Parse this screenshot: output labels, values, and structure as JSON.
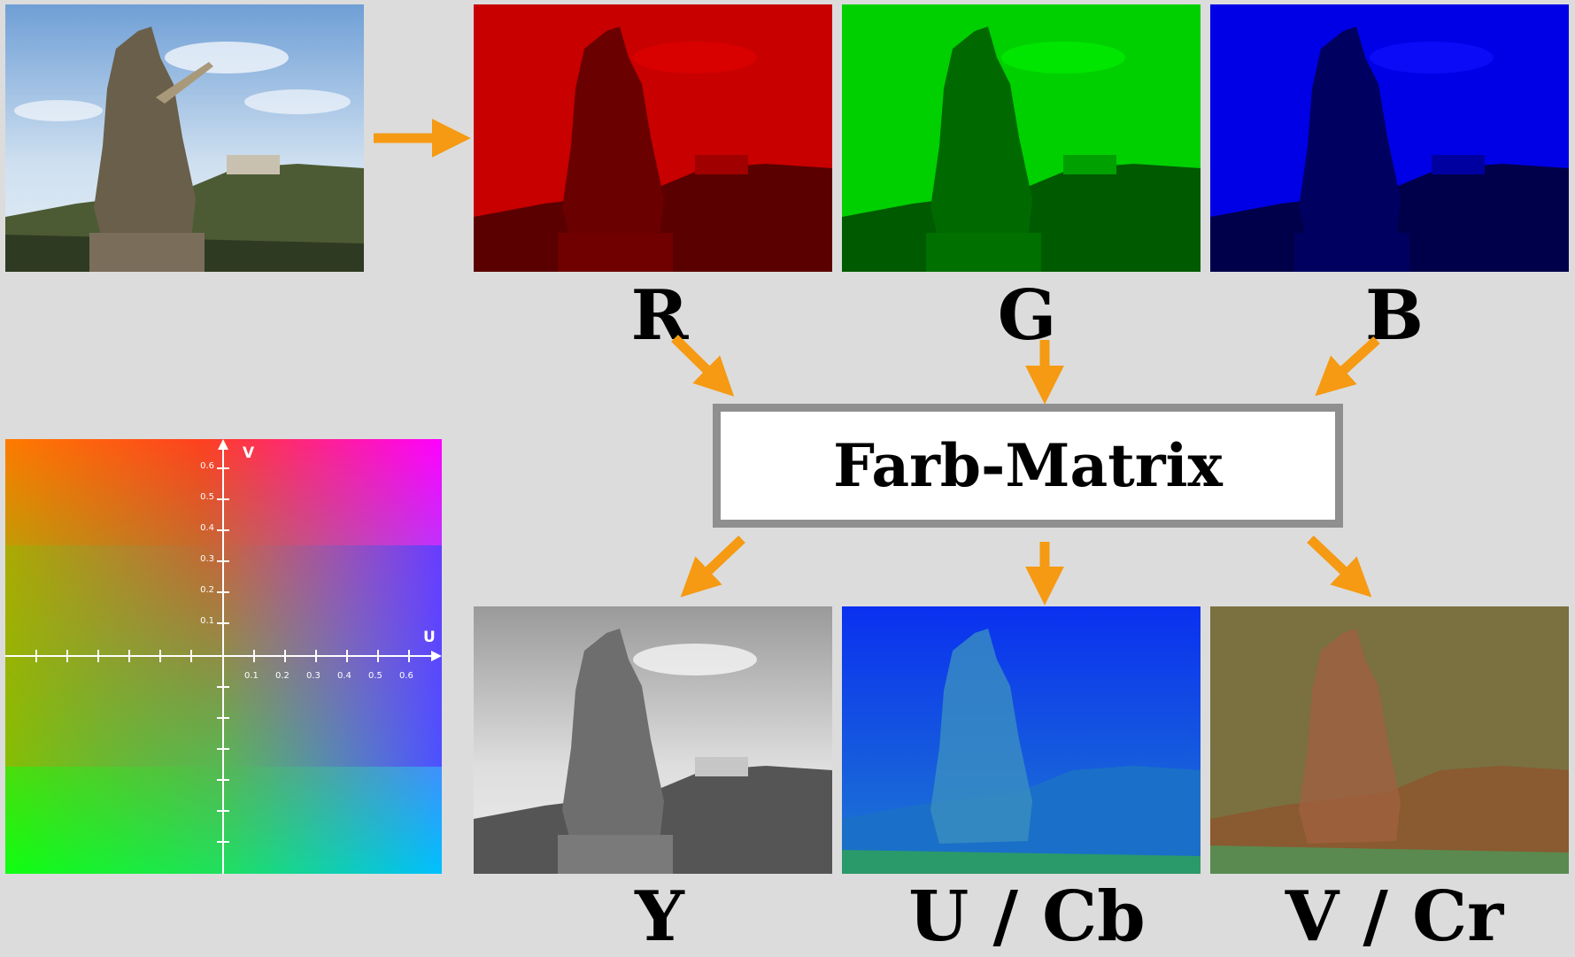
{
  "channels": {
    "r": "R",
    "g": "G",
    "b": "B",
    "y": "Y",
    "u": "U / Cb",
    "v": "V / Cr"
  },
  "matrix_label": "Farb-Matrix",
  "uv_plane": {
    "v_axis_label": "V",
    "u_axis_label": "U",
    "v_ticks": [
      "0.6",
      "0.5",
      "0.4",
      "0.3",
      "0.2",
      "0.1"
    ],
    "u_ticks": [
      "0.1",
      "0.2",
      "0.3",
      "0.4",
      "0.5",
      "0.6"
    ]
  },
  "colors": {
    "background": "#dcdcdc",
    "arrow": "#f59a12",
    "red_channel": "#c00000",
    "green_channel": "#00c800",
    "blue_channel": "#0000e0",
    "u_channel": "#1055e0",
    "v_channel": "#807040",
    "matrix_border": "#8f8f8f"
  }
}
